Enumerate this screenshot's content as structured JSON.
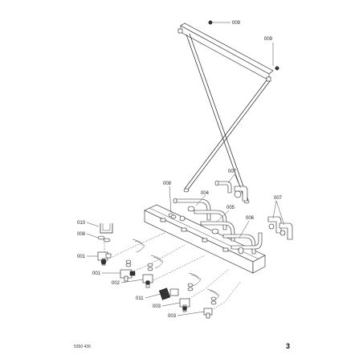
{
  "labels": {
    "l009a": "009",
    "l009b": "009",
    "l007a": "007",
    "l007b": "007",
    "l008a": "008",
    "l004": "004",
    "l005": "005",
    "l006": "006",
    "l010": "010",
    "l008b": "008",
    "l001a": "001",
    "l001b": "001",
    "l002": "002",
    "l011": "011",
    "l003a": "003",
    "l003b": "003"
  },
  "footer": {
    "doc_ref": "5350 436",
    "page_number": "3"
  }
}
